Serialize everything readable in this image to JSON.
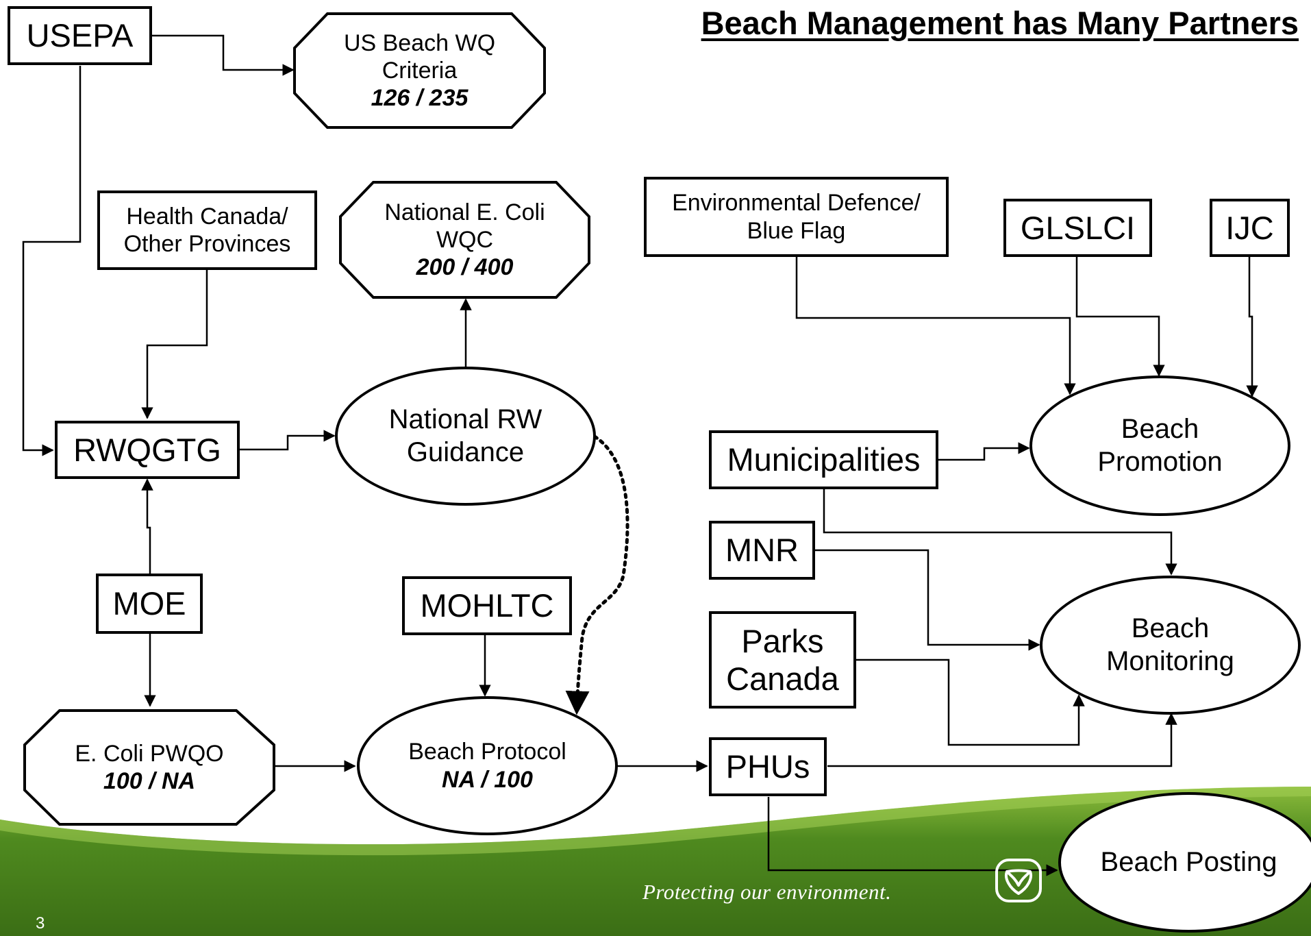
{
  "slide": {
    "title": "Beach Management has Many Partners",
    "tagline": "Protecting our environment.",
    "page_number": "3",
    "colors": {
      "band_dark": "#3f7418",
      "band_light": "#8cbc3c",
      "line": "#000000",
      "fill": "#ffffff"
    },
    "logo_icon": "trillium-logo-icon"
  },
  "nodes": {
    "usepa": {
      "label": "USEPA"
    },
    "us_criteria": {
      "line1": "US Beach WQ",
      "line2": "Criteria",
      "values": "126 / 235"
    },
    "health_canada": {
      "line1": "Health Canada/",
      "line2": "Other Provinces"
    },
    "national_ecoli": {
      "line1": "National E. Coli",
      "line2": "WQC",
      "values": "200 / 400"
    },
    "env_defence": {
      "line1": "Environmental Defence/",
      "line2": "Blue Flag"
    },
    "glslci": {
      "label": "GLSLCI"
    },
    "ijc": {
      "label": "IJC"
    },
    "rwqgtg": {
      "label": "RWQGTG"
    },
    "national_rw": {
      "line1": "National RW",
      "line2": "Guidance"
    },
    "municipalities": {
      "label": "Municipalities"
    },
    "beach_promotion": {
      "line1": "Beach",
      "line2": "Promotion"
    },
    "mnr": {
      "label": "MNR"
    },
    "moe": {
      "label": "MOE"
    },
    "mohltc": {
      "label": "MOHLTC"
    },
    "parks_canada": {
      "line1": "Parks",
      "line2": "Canada"
    },
    "beach_monitoring": {
      "line1": "Beach",
      "line2": "Monitoring"
    },
    "ecoli_pwqo": {
      "line1": "E. Coli PWQO",
      "values": "100 / NA"
    },
    "beach_protocol": {
      "line1": "Beach Protocol",
      "values": "NA / 100"
    },
    "phus": {
      "label": "PHUs"
    },
    "beach_posting": {
      "label": "Beach Posting"
    }
  }
}
